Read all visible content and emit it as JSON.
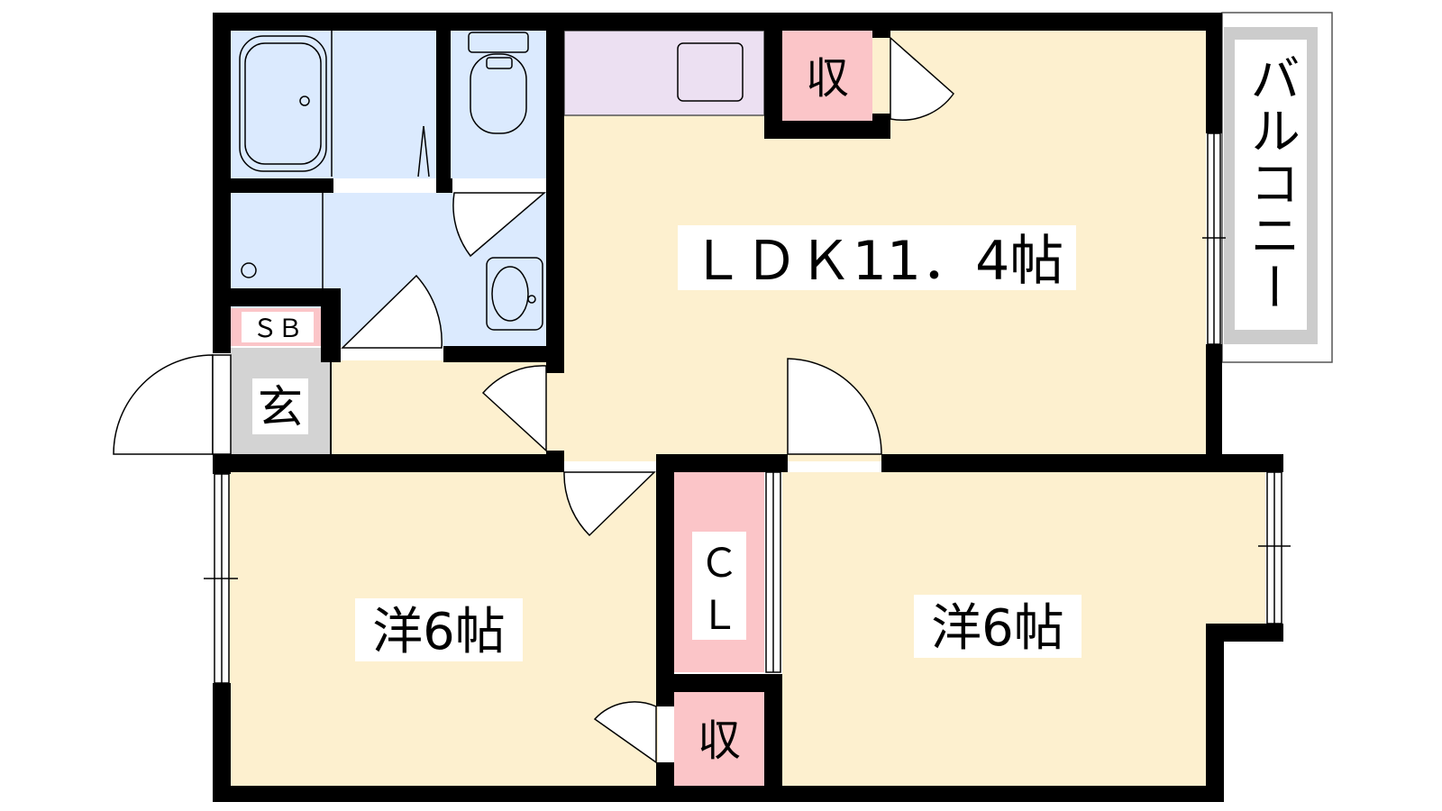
{
  "colors": {
    "wall": "#000000",
    "room_floor": "#fdf0cf",
    "wet_area": "#dbeafe",
    "kitchen": "#ece0f2",
    "storage": "#fbc5c8",
    "entrance": "#d3d3d3",
    "balcony_frame": "#cccccc"
  },
  "rooms": {
    "ldk": {
      "label": "ＬＤＫ11．4帖"
    },
    "western_left": {
      "label": "洋6帖"
    },
    "western_right": {
      "label": "洋6帖"
    },
    "storage_top": {
      "label": "収"
    },
    "storage_bottom": {
      "label": "収"
    },
    "closet": {
      "label_line1": "Ｃ",
      "label_line2": "Ｌ"
    },
    "shoe_box": {
      "label": "ＳＢ"
    },
    "entrance": {
      "label": "玄"
    },
    "balcony": {
      "label": "バルコニー"
    }
  }
}
